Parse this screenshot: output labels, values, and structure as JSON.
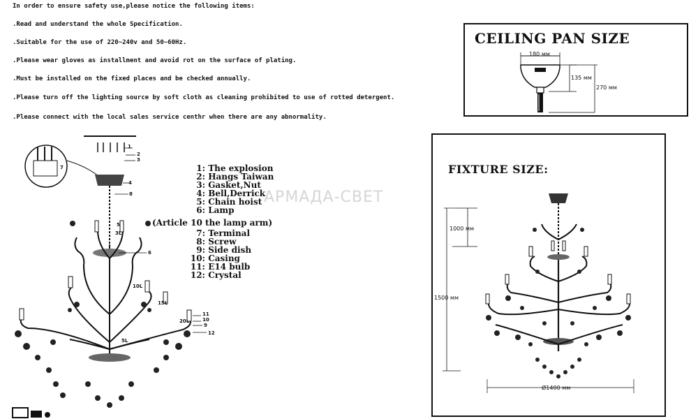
{
  "safety": {
    "heading": "In order to ensure safety use,please notice the following items:",
    "items": [
      ".Read and understand the whole Specification.",
      ".Suitable for the use of 220~240v and 50~60Hz.",
      ".Please wear gloves as installment and avoid rot on the surface of plating.",
      ".Must be installed on the fixed places and be checked annually.",
      ".Please turn off the lighting source by soft cloth as cleaning prohibited to use of rotted detergent.",
      ".Please connect with the local sales service centhr when there are any abnormality."
    ]
  },
  "ceiling": {
    "title": "CEILING PAN SIZE",
    "width": "180 мм",
    "height_small": "135 мм",
    "height_total": "270 мм"
  },
  "fixture": {
    "title": "FIXTURE SIZE:",
    "chain": "1000 мм",
    "height": "1500 мм",
    "diameter": "Ø1400 мм"
  },
  "parts": [
    {
      "num": "1:",
      "name": "The explosion"
    },
    {
      "num": "2:",
      "name": "Hangs Taiwan"
    },
    {
      "num": "3:",
      "name": "Gasket,Nut"
    },
    {
      "num": "4:",
      "name": "Bell,Derrick"
    },
    {
      "num": "5:",
      "name": "Chain hoist"
    },
    {
      "num": "6:",
      "name": "Lamp"
    },
    {
      "num": "",
      "name": "(Article 10 the lamp arm)"
    },
    {
      "num": "7:",
      "name": "Terminal"
    },
    {
      "num": "8:",
      "name": "Screw"
    },
    {
      "num": "9:",
      "name": "Side dish"
    },
    {
      "num": "10:",
      "name": "Casing"
    },
    {
      "num": "11:",
      "name": "E14 bulb"
    },
    {
      "num": "12:",
      "name": "Crystal"
    }
  ],
  "callouts": {
    "n1": "1",
    "n2": "2",
    "n3": "3",
    "n4": "4",
    "n5": "5",
    "n6": "6",
    "n7": "7",
    "n8": "8",
    "n9": "9",
    "n10": "10",
    "n11": "11",
    "n12": "12",
    "l3": "3L",
    "l5": "5L",
    "l10": "10L",
    "l15": "15L",
    "l20": "20L"
  },
  "watermark": {
    "text": "АРМАДА-СВЕТ"
  }
}
